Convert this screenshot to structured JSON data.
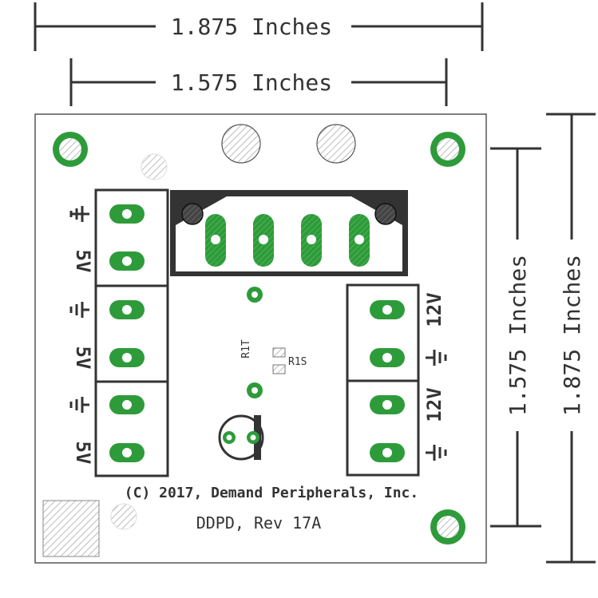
{
  "dimensions": {
    "outer_width": "1.875 Inches",
    "inner_width": "1.575 Inches",
    "inner_height": "1.575 Inches",
    "outer_height": "1.875 Inches"
  },
  "labels": {
    "copyright": "(C) 2017, Demand Peripherals, Inc.",
    "board_name": "DDPD, Rev 17A",
    "r1t": "R1T",
    "r1s": "R1S",
    "left_5v_1": "5V",
    "left_5v_2": "5V",
    "left_5v_3": "5V",
    "right_12v_1": "12V",
    "right_12v_2": "12V"
  },
  "colors": {
    "pad_green": "#2e9b3a",
    "outline": "#333333",
    "hatch": "#bbbbbb"
  },
  "icons": [
    "ground-symbol-icon",
    "mounting-hole-icon",
    "hatched-hole-icon"
  ]
}
